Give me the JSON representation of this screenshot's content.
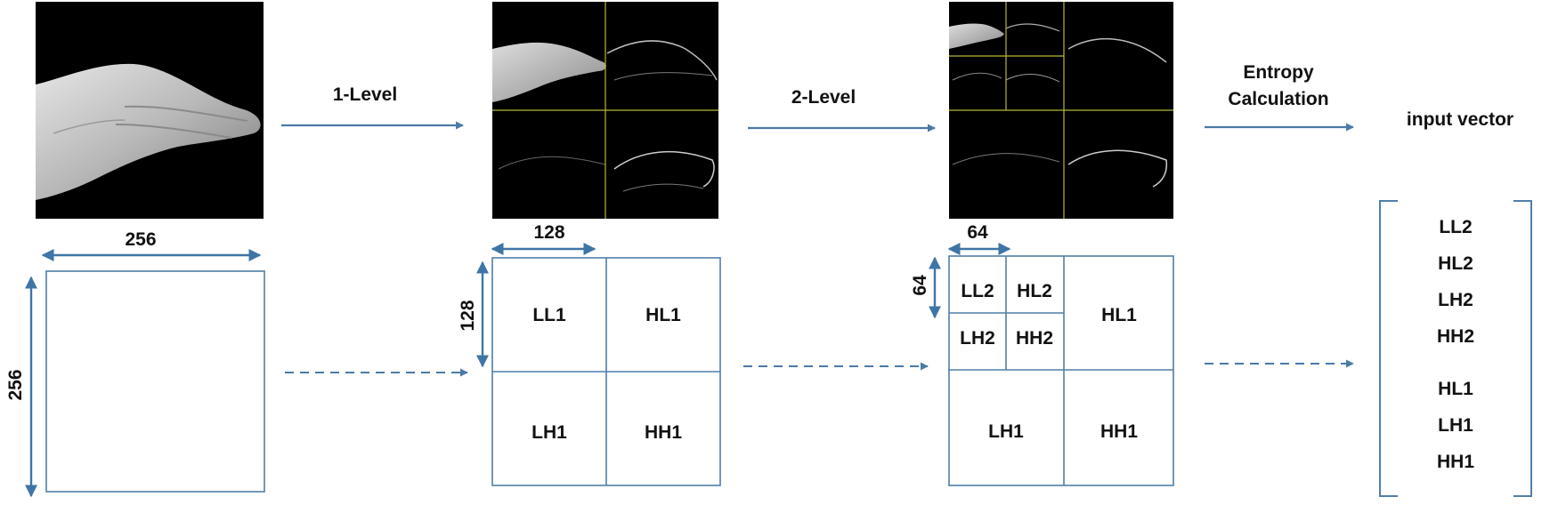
{
  "steps": {
    "level1": "1-Level",
    "level2": "2-Level",
    "entropy_line1": "Entropy",
    "entropy_line2": "Calculation",
    "output": "input vector"
  },
  "dimensions": {
    "original_width": "256",
    "original_height": "256",
    "level1_width": "128",
    "level1_height": "128",
    "level2_width": "64",
    "level2_height": "64"
  },
  "level1_bands": {
    "ll": "LL1",
    "hl": "HL1",
    "lh": "LH1",
    "hh": "HH1"
  },
  "level2_bands": {
    "ll2": "LL2",
    "hl2": "HL2",
    "lh2": "LH2",
    "hh2": "HH2",
    "hl1": "HL1",
    "lh1": "LH1",
    "hh1": "HH1"
  },
  "vector_items": [
    "LL2",
    "HL2",
    "LH2",
    "HH2",
    "HL1",
    "LH1",
    "HH1"
  ],
  "colors": {
    "arrow": "#4a7aa6",
    "box": "#4f7fa8",
    "grid": "#b5b83a",
    "photo_bg": "#000000"
  }
}
